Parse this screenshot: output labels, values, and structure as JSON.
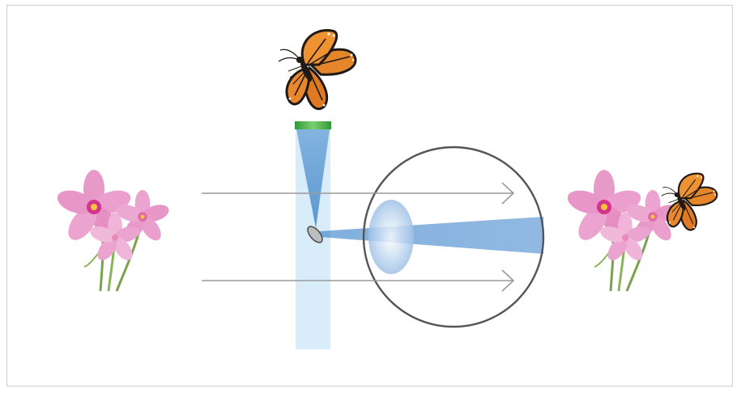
{
  "diagram": {
    "colors": {
      "background": "#ffffff",
      "frame_border": "#cfcfcf",
      "light_guide": "#d7ebfa",
      "projected_light": "#6fa6d8",
      "display_strip": "#3fae49",
      "eye_outline": "#555555",
      "lens": "#a9c9ec",
      "arrow": "#9a9a9a",
      "flower_petal": "#e79ac8",
      "flower_center": "#d4348c",
      "stem": "#7aa24a",
      "butterfly_wing": "#e6862a",
      "butterfly_vein": "#1f1a17"
    },
    "elements": {
      "real_scene": "flowers-icon",
      "virtual_object": "butterfly-icon",
      "optical_element": "display-strip",
      "combiner": "waveguide-plate",
      "mirror": "reflector-icon",
      "viewer": "eye-diagram",
      "perceived_scene": "flowers-with-butterfly-icon"
    }
  }
}
